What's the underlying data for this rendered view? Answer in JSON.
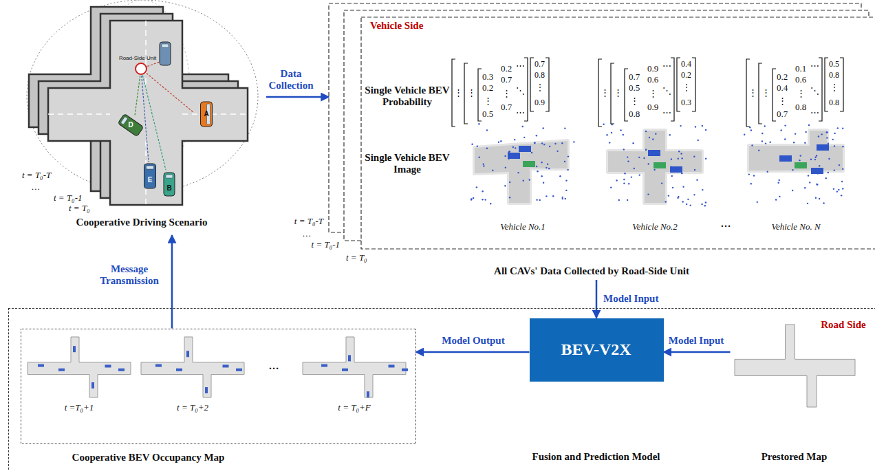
{
  "diagram": {
    "nodes": [
      {
        "text": [
          "Cooperative Driving Scenario"
        ]
      },
      {
        "text": [
          "Vehicle Side",
          "All CAVs' Data Collected by Road-Side Unit"
        ]
      },
      {
        "text": [
          "Road Side"
        ]
      },
      {
        "text": [
          "Cooperative BEV Occupancy Map"
        ],
        "in": 2
      },
      {
        "text": [
          "BEV-V2X",
          "Fusion and Prediction Model"
        ],
        "in": 2
      },
      {
        "text": [
          "Prestored Map"
        ],
        "in": 2
      }
    ],
    "edges": [
      {
        "from": 0,
        "to": 1,
        "arrow": "to",
        "label": "Data Collection"
      },
      {
        "from": 1,
        "to": 4,
        "arrow": "to",
        "label": "Model Input"
      },
      {
        "from": 5,
        "to": 4,
        "arrow": "to",
        "label": "Model Input"
      },
      {
        "from": 4,
        "to": 3,
        "arrow": "to",
        "label": "Model Output"
      },
      {
        "from": 3,
        "to": 0,
        "arrow": "to",
        "label": "Message Transmission"
      }
    ],
    "labels": [
      "Road-Side Unit",
      "A",
      "D",
      "E",
      "B",
      "t = T₀-T",
      "…",
      "t = T₀-1",
      "t = T₀",
      "Single Vehicle BEV Probability",
      "Single Vehicle BEV Image",
      "⋮",
      "⋮",
      "0.3",
      "0.2",
      "⋮",
      "0.5",
      "0.2",
      "0.7",
      "⋮",
      "0.7",
      "⋯",
      "⋱",
      "⋯",
      "0.7",
      "0.8",
      "⋮",
      "0.9",
      "⋮",
      "⋮",
      "0.7",
      "0.5",
      "⋮",
      "0.8",
      "0.9",
      "0.6",
      "⋮",
      "0.9",
      "⋯",
      "⋱",
      "⋯",
      "0.4",
      "0.2",
      "⋮",
      "0.3",
      "⋮",
      "⋮",
      "0.2",
      "0.4",
      "⋮",
      "0.7",
      "0.1",
      "0.6",
      "⋮",
      "0.8",
      "⋯",
      "⋱",
      "⋯",
      "0.5",
      "0.8",
      "⋮",
      "0.8",
      "Vehicle No.1",
      "Vehicle No.2",
      "…",
      "Vehicle No. N",
      "t = T₀-T",
      "…",
      "t = T₀-1",
      "t = T₀",
      "t =T₀+1",
      "t = T₀+2",
      "…",
      "t = T₀+F"
    ]
  }
}
